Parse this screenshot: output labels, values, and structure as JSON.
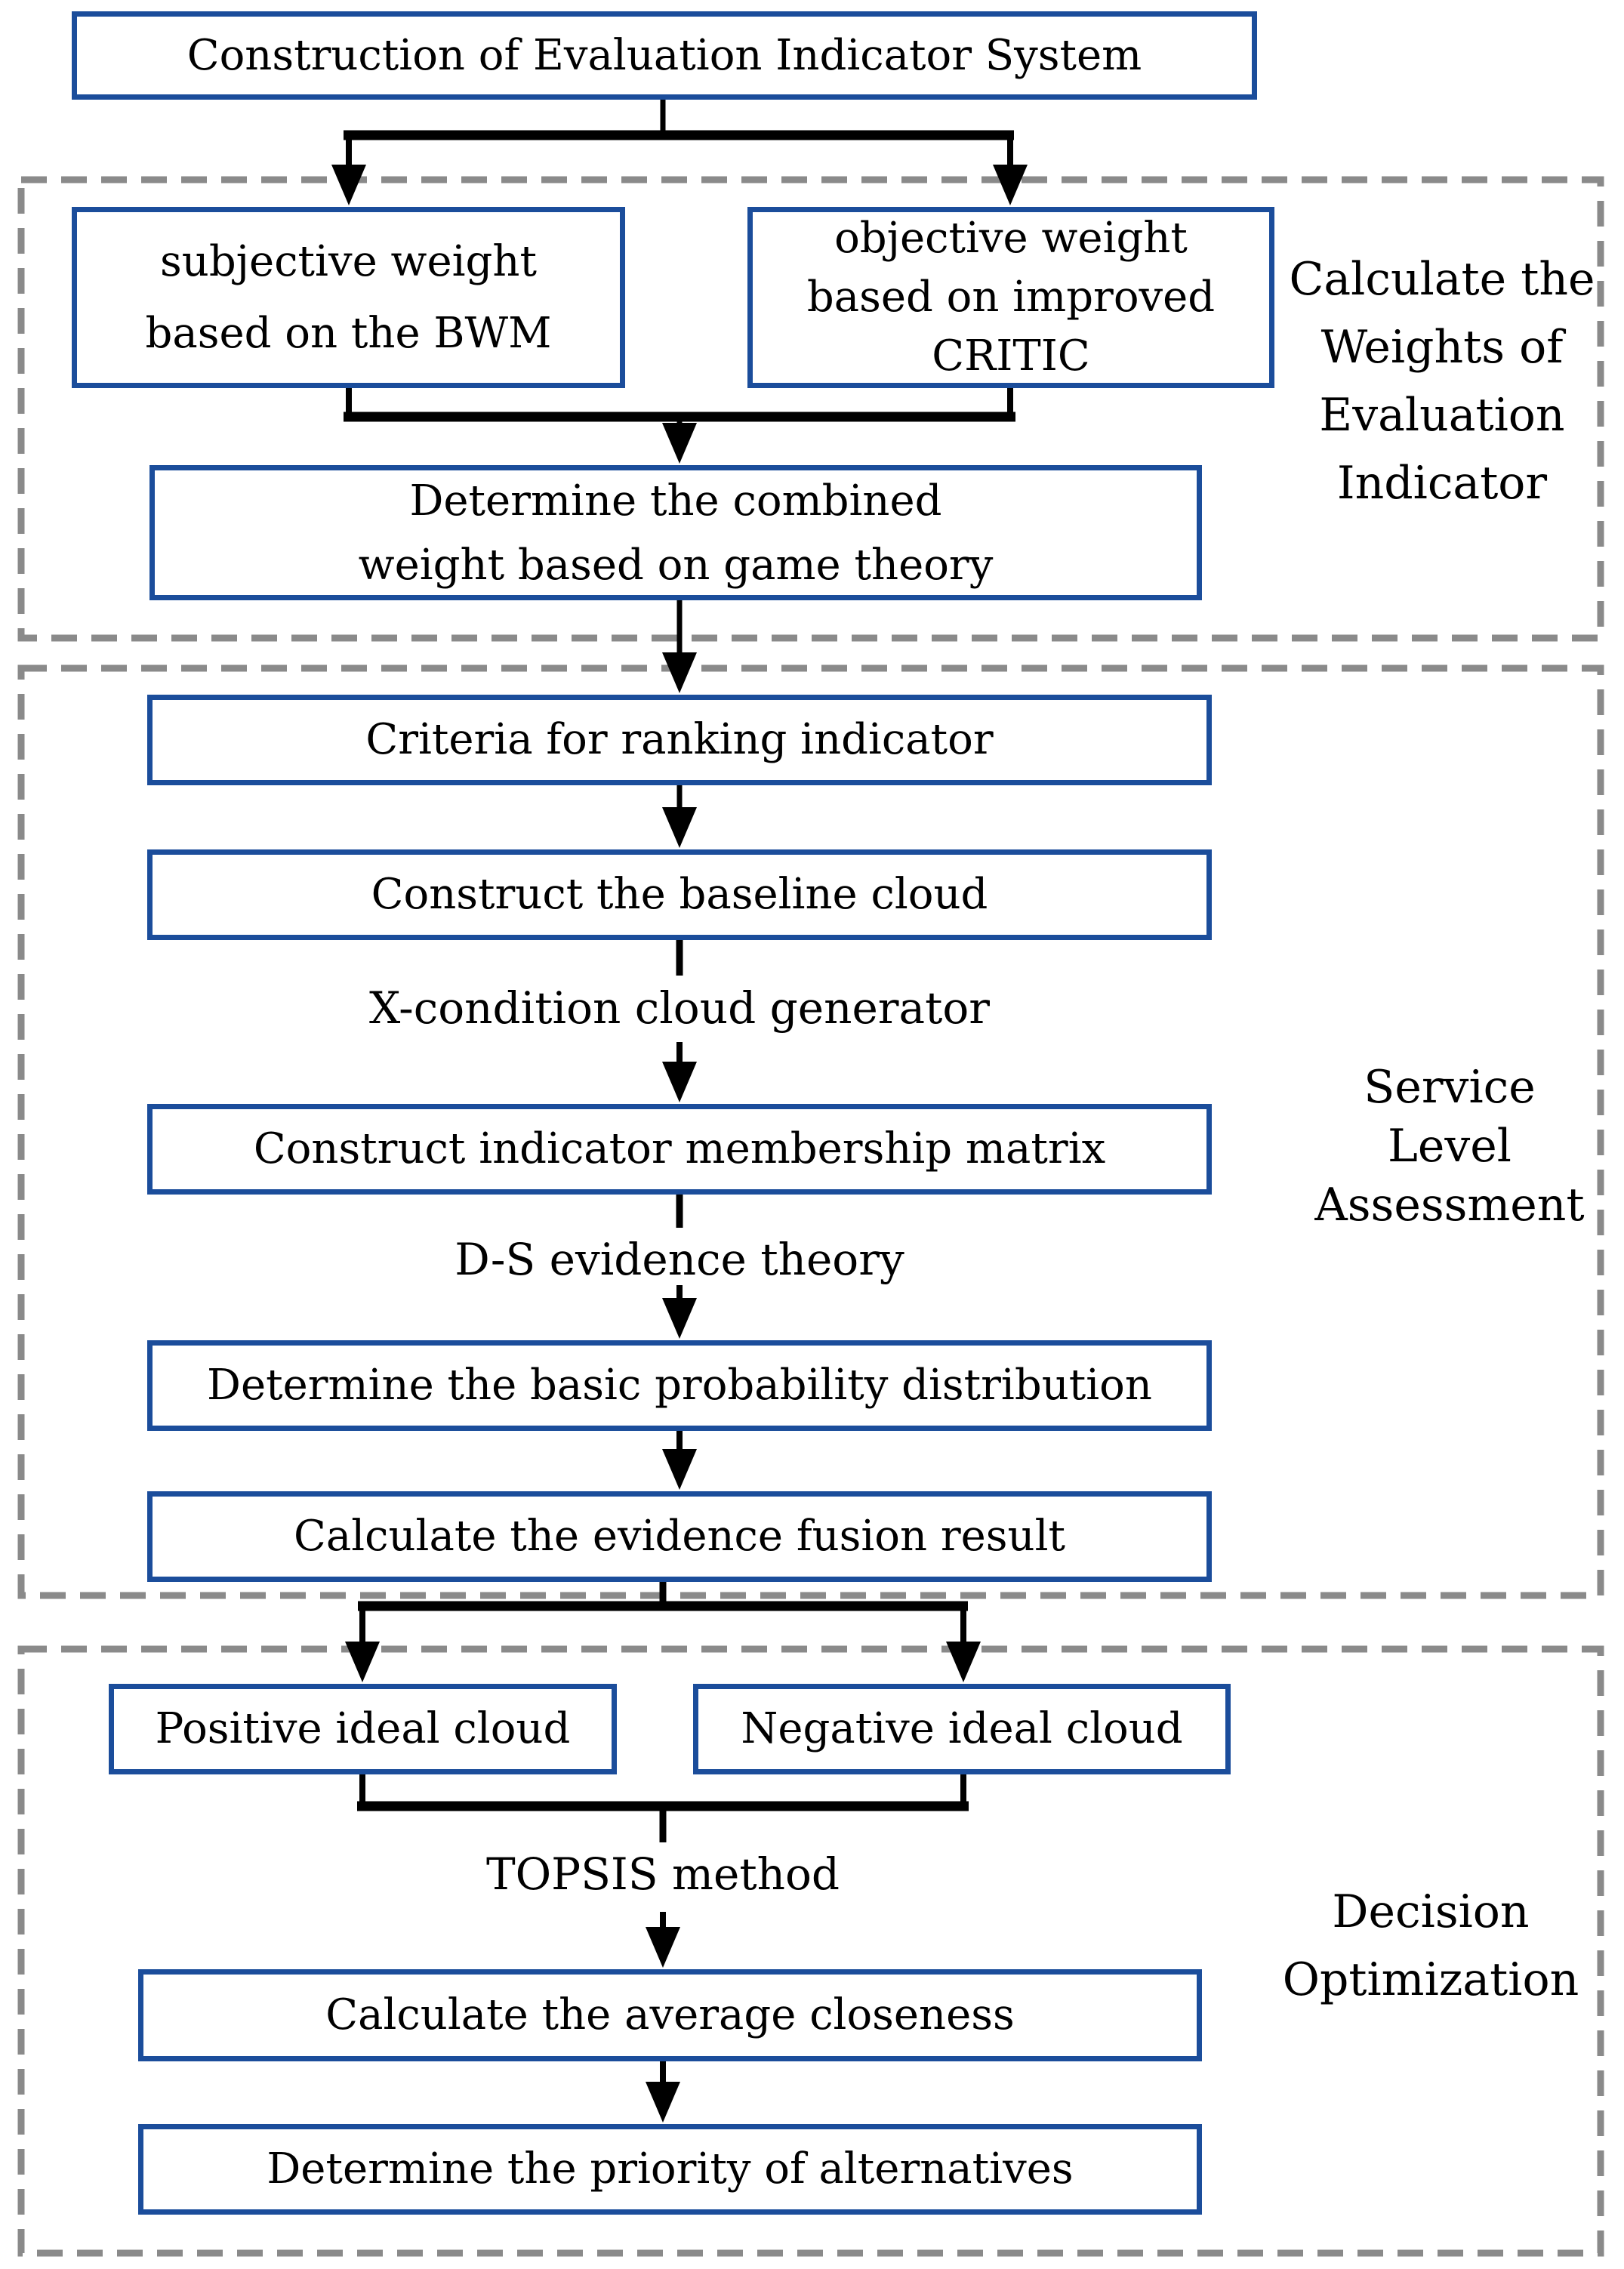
{
  "colors": {
    "box_border": "#1b4d9b",
    "connector": "#000000",
    "region_dash": "#8a8a8a",
    "text": "#000000",
    "background": "#ffffff"
  },
  "flow": {
    "construction": {
      "lines": [
        "Construction of Evaluation Indicator System"
      ]
    },
    "subjective": {
      "lines": [
        "subjective weight",
        "based on the BWM"
      ]
    },
    "objective": {
      "lines": [
        "objective weight",
        "based on improved",
        "CRITIC"
      ]
    },
    "game_theory": {
      "lines": [
        "Determine the combined",
        "weight based on game theory"
      ]
    },
    "criteria": {
      "lines": [
        "Criteria for ranking indicator"
      ]
    },
    "baseline_cloud": {
      "lines": [
        "Construct the baseline cloud"
      ]
    },
    "x_condition": {
      "text": "X-condition cloud generator"
    },
    "membership": {
      "lines": [
        "Construct indicator membership matrix"
      ]
    },
    "ds_evidence": {
      "text": "D-S evidence theory"
    },
    "probability": {
      "lines": [
        "Determine the basic probability distribution"
      ]
    },
    "evidence_fusion": {
      "lines": [
        "Calculate the evidence fusion result"
      ]
    },
    "positive_ideal": {
      "lines": [
        "Positive ideal cloud"
      ]
    },
    "negative_ideal": {
      "lines": [
        "Negative ideal cloud"
      ]
    },
    "topsis": {
      "text": "TOPSIS method"
    },
    "avg_closeness": {
      "lines": [
        "Calculate the average closeness"
      ]
    },
    "priority": {
      "lines": [
        "Determine the priority of alternatives"
      ]
    }
  },
  "region_labels": {
    "weights": {
      "lines": [
        "Calculate the",
        "Weights of",
        "Evaluation",
        "Indicator"
      ]
    },
    "service": {
      "lines": [
        "Service",
        "Level",
        "Assessment"
      ]
    },
    "decision": {
      "lines": [
        "Decision",
        "Optimization"
      ]
    }
  }
}
